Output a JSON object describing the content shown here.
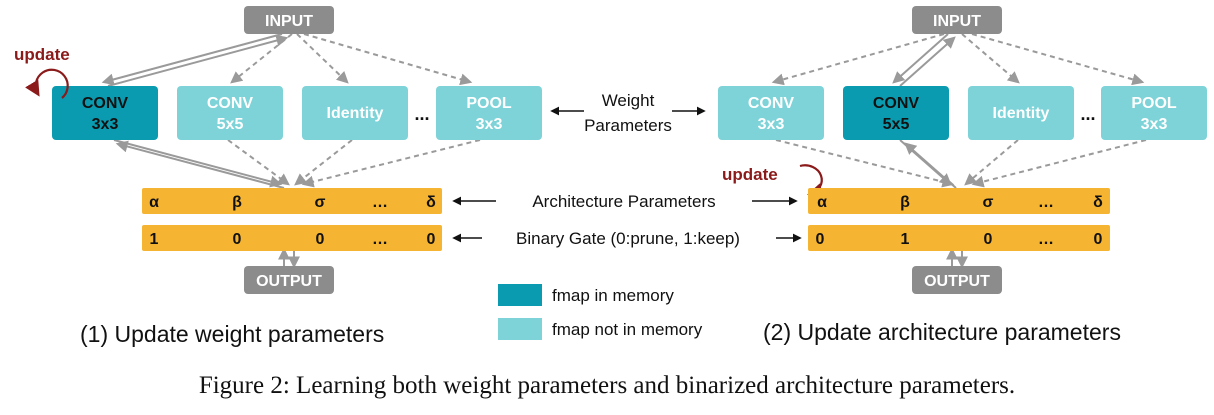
{
  "colors": {
    "dark_teal": "#0b9bb0",
    "light_teal": "#7dd3d8",
    "gray_box": "#8c8c8c",
    "orange_bar": "#f5b532",
    "update_red": "#8b1a1a",
    "arrow_gray": "#9a9a9a"
  },
  "left": {
    "input": "INPUT",
    "output": "OUTPUT",
    "update": "update",
    "ops": [
      {
        "line1": "CONV",
        "line2": "3x3",
        "state": "in-memory"
      },
      {
        "line1": "CONV",
        "line2": "5x5",
        "state": "not-in-memory"
      },
      {
        "line1": "Identity",
        "line2": "",
        "state": "not-in-memory"
      },
      {
        "line1": "POOL",
        "line2": "3x3",
        "state": "not-in-memory"
      }
    ],
    "ellipsis": "...",
    "arch_params": [
      "α",
      "β",
      "σ",
      "…",
      "δ"
    ],
    "gates": [
      "1",
      "0",
      "0",
      "…",
      "0"
    ],
    "title": "(1) Update weight parameters"
  },
  "right": {
    "input": "INPUT",
    "output": "OUTPUT",
    "update": "update",
    "ops": [
      {
        "line1": "CONV",
        "line2": "3x3",
        "state": "not-in-memory"
      },
      {
        "line1": "CONV",
        "line2": "5x5",
        "state": "in-memory"
      },
      {
        "line1": "Identity",
        "line2": "",
        "state": "not-in-memory"
      },
      {
        "line1": "POOL",
        "line2": "3x3",
        "state": "not-in-memory"
      }
    ],
    "ellipsis": "...",
    "arch_params": [
      "α",
      "β",
      "σ",
      "…",
      "δ"
    ],
    "gates": [
      "0",
      "1",
      "0",
      "…",
      "0"
    ],
    "title": "(2) Update architecture parameters"
  },
  "middle": {
    "weight_line1": "Weight",
    "weight_line2": "Parameters",
    "arch_label": "Architecture Parameters",
    "gate_label": "Binary Gate (0:prune, 1:keep)"
  },
  "legend": {
    "in_memory": "fmap in memory",
    "not_in_memory": "fmap not in memory"
  },
  "caption": "Figure 2: Learning both weight parameters and binarized architecture parameters."
}
